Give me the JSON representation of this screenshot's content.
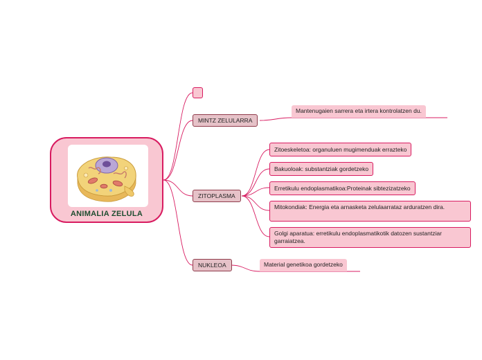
{
  "colors": {
    "connector": "#d81b60",
    "root_fill": "#f9c7d2",
    "root_border": "#d81b60",
    "branch_fill": "#e6c2c8",
    "branch_border": "#8f3b4b",
    "leaf_fill": "#f9c7d2",
    "title_color": "#1d4d2f"
  },
  "root": {
    "title": "ANIMALIA ZELULA",
    "image": "animal-cell-illustration"
  },
  "branches": [
    {
      "id": "empty",
      "label": ""
    },
    {
      "id": "mintz",
      "label": "MINTZ ZELULARRA",
      "children": [
        "Mantenugaien sarrera eta irtera kontrolatzen du."
      ]
    },
    {
      "id": "zito",
      "label": "ZITOPLASMA",
      "children": [
        "Zitoeskeletoa: organuluen mugimenduak errazteko",
        "Bakuoloak: substantziak gordetzeko",
        "Erretikulu endoplasmatikoa:Proteinak sibtezizatzeko",
        "Mitokondiak: Energia eta arnasketa zelulaarrataz arduratzen dira.",
        "Golgi aparatua: erretikulu endoplasmatikotik datozen sustantziar garraiatzea."
      ]
    },
    {
      "id": "nukleoa",
      "label": "NUKLEOA",
      "children": [
        "Material genetikoa gordetzeko"
      ]
    }
  ]
}
